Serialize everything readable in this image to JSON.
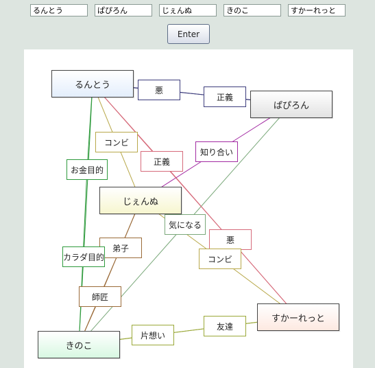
{
  "inputs": [
    "るんとう",
    "ぱぴろん",
    "じぇんぬ",
    "きのこ",
    "すかーれっと"
  ],
  "enter_label": "Enter",
  "graph": {
    "nodes": [
      {
        "id": "runtou",
        "label": "るんとう",
        "color": "#e3eefc"
      },
      {
        "id": "papiron",
        "label": "ぱぴろん",
        "color": "#e2e2e2"
      },
      {
        "id": "jennu",
        "label": "じぇんぬ",
        "color": "#f7f6cf"
      },
      {
        "id": "kinoko",
        "label": "きのこ",
        "color": "#d8f8e2"
      },
      {
        "id": "scarlett",
        "label": "すかーれっと",
        "color": "#fde9e1"
      }
    ],
    "edges": [
      {
        "from": "runtou",
        "to": "papiron",
        "label": "悪",
        "color": "#3c3c7c"
      },
      {
        "from": "papiron",
        "to": "runtou",
        "label": "正義",
        "color": "#3c3c7c"
      },
      {
        "from": "runtou",
        "to": "jennu",
        "label": "コンビ",
        "color": "#b8a84a"
      },
      {
        "from": "runtou",
        "to": "scarlett",
        "label": "正義",
        "color": "#d66a7a"
      },
      {
        "from": "papiron",
        "to": "jennu",
        "label": "知り合い",
        "color": "#a22aa2"
      },
      {
        "from": "runtou",
        "to": "kinoko",
        "label": "お金目的",
        "color": "#2e9a3c"
      },
      {
        "from": "jennu",
        "to": "kinoko",
        "label": "弟子",
        "color": "#9a6a38"
      },
      {
        "from": "papiron",
        "to": "kinoko",
        "label": "気になる",
        "color": "#7aa87a"
      },
      {
        "from": "scarlett",
        "to": "runtou",
        "label": "悪",
        "color": "#d66a7a"
      },
      {
        "from": "scarlett",
        "to": "jennu",
        "label": "コンビ",
        "color": "#b8a84a"
      },
      {
        "from": "kinoko",
        "to": "runtou",
        "label": "カラダ目的",
        "color": "#2e9a3c"
      },
      {
        "from": "kinoko",
        "to": "jennu",
        "label": "師匠",
        "color": "#9a6a38"
      },
      {
        "from": "kinoko",
        "to": "scarlett",
        "label": "片想い",
        "color": "#9aa838"
      },
      {
        "from": "scarlett",
        "to": "kinoko",
        "label": "友達",
        "color": "#9aa838"
      }
    ]
  }
}
